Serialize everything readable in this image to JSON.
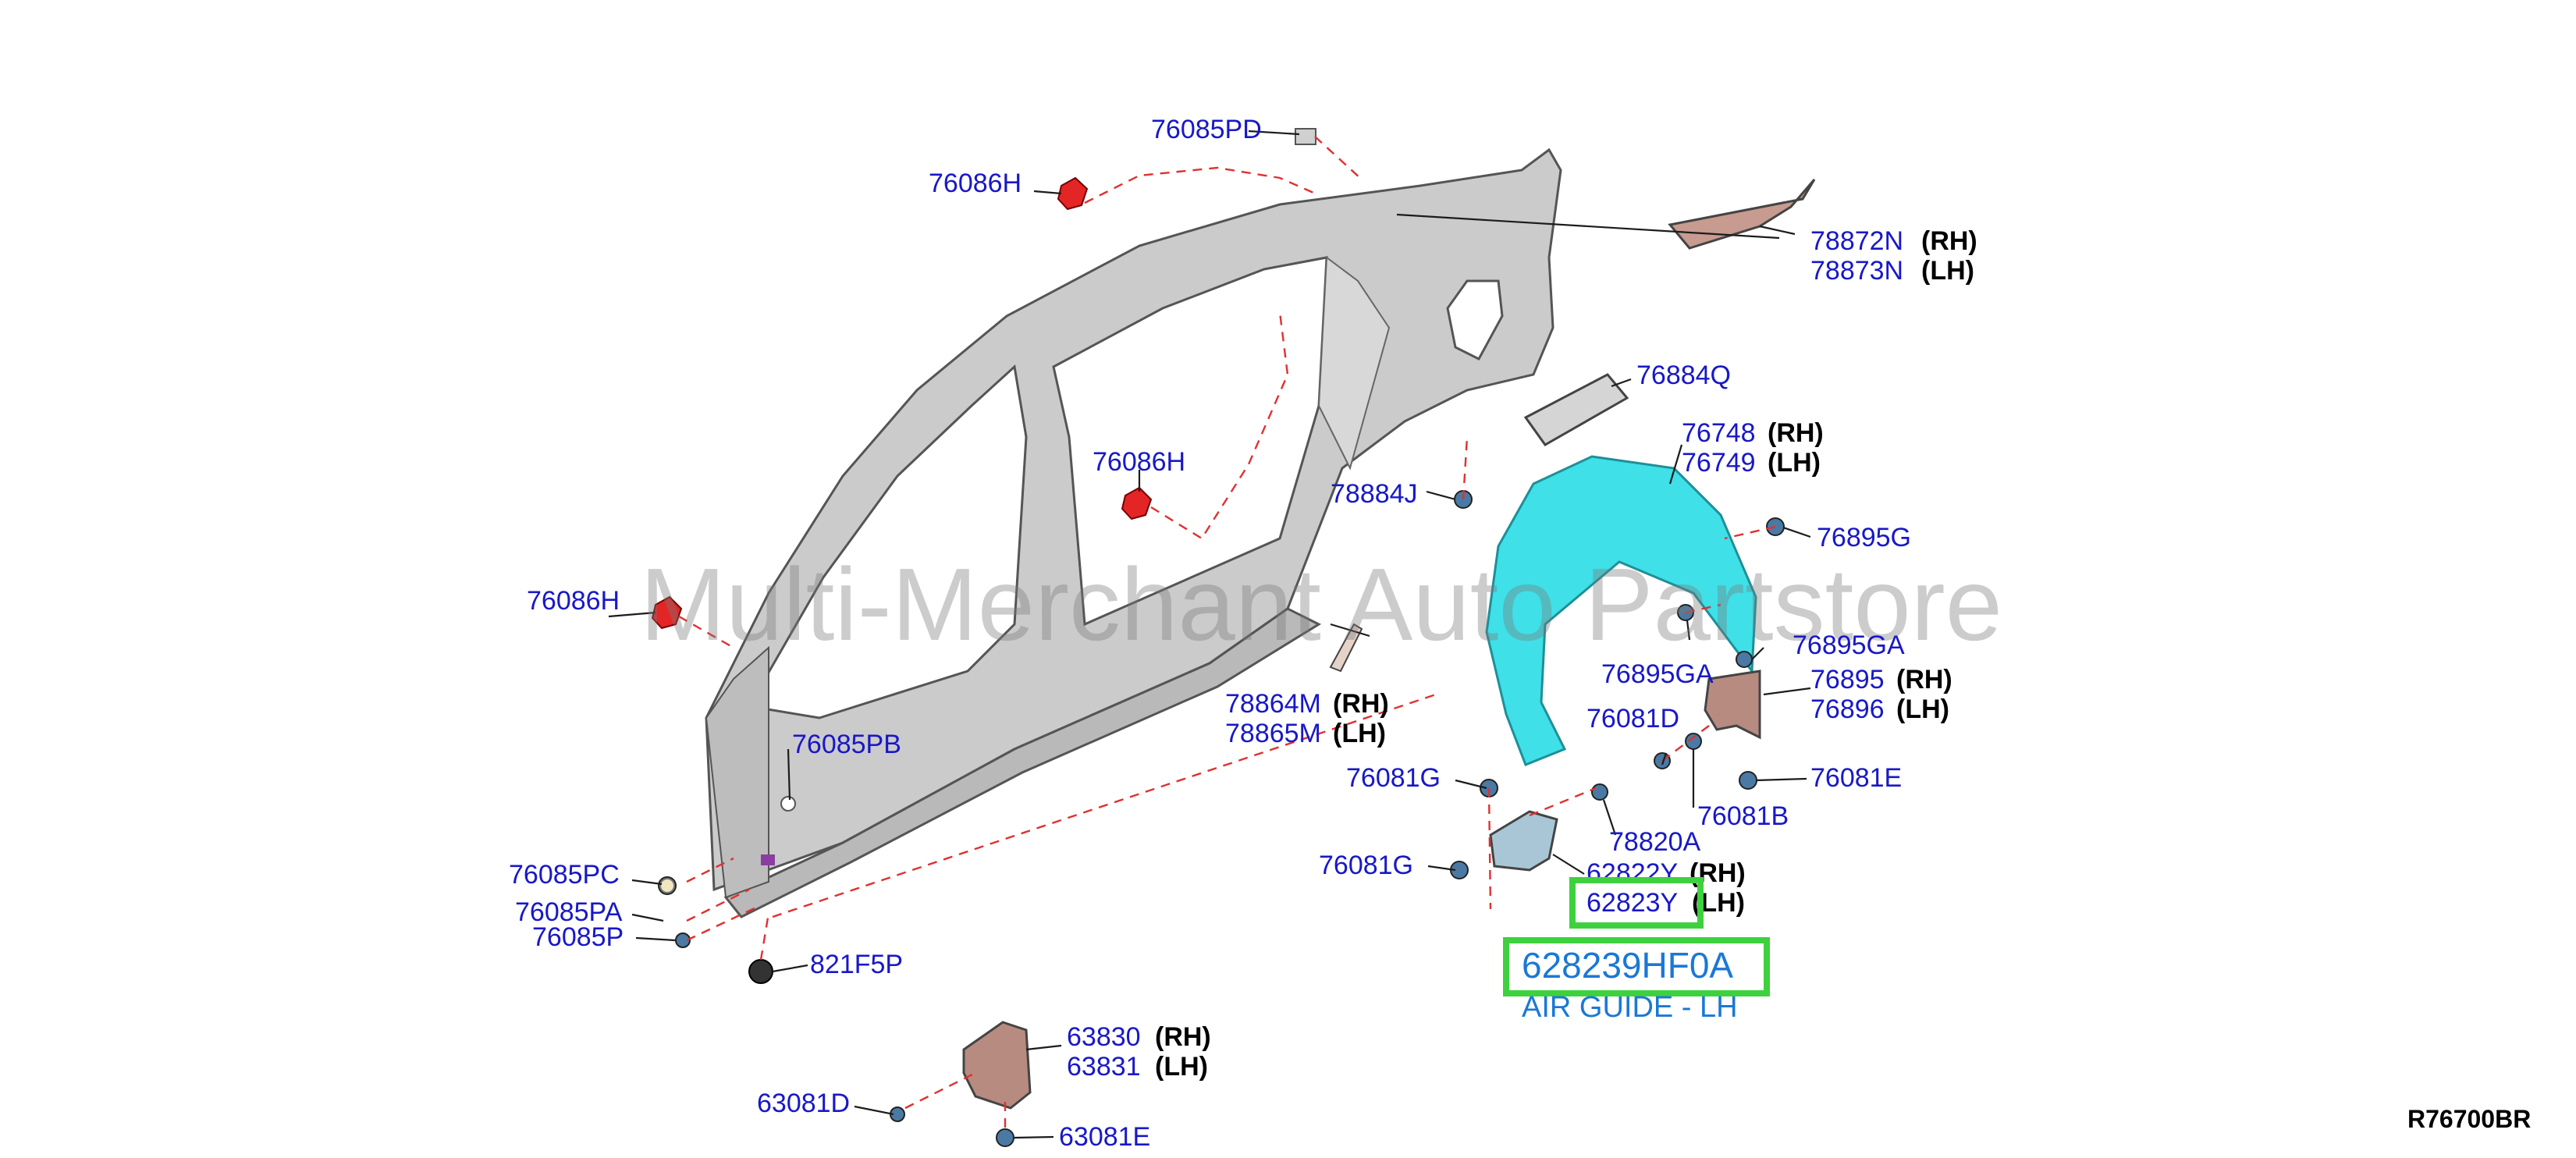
{
  "watermark": "Multi-Merchant Auto Partstore",
  "diagram_code": "R76700BR",
  "highlight": {
    "part_number": "628239HF0A",
    "description": "AIR GUIDE - LH",
    "box_color": "#3ed13e"
  },
  "callouts": [
    {
      "id": "c1",
      "label": "76085PD",
      "side": ""
    },
    {
      "id": "c2",
      "label": "76086H",
      "side": ""
    },
    {
      "id": "c3",
      "label": "78872N",
      "side": "(RH)"
    },
    {
      "id": "c4",
      "label": "78873N",
      "side": "(LH)"
    },
    {
      "id": "c5",
      "label": "76884Q",
      "side": ""
    },
    {
      "id": "c6",
      "label": "76748",
      "side": "(RH)"
    },
    {
      "id": "c7",
      "label": "76749",
      "side": "(LH)"
    },
    {
      "id": "c8",
      "label": "76086H",
      "side": ""
    },
    {
      "id": "c9",
      "label": "78884J",
      "side": ""
    },
    {
      "id": "c10",
      "label": "76895G",
      "side": ""
    },
    {
      "id": "c11",
      "label": "76086H",
      "side": ""
    },
    {
      "id": "c12",
      "label": "76895GA",
      "side": ""
    },
    {
      "id": "c13",
      "label": "76895GA",
      "side": ""
    },
    {
      "id": "c14",
      "label": "76895",
      "side": "(RH)"
    },
    {
      "id": "c15",
      "label": "76896",
      "side": "(LH)"
    },
    {
      "id": "c16",
      "label": "78864M",
      "side": "(RH)"
    },
    {
      "id": "c17",
      "label": "78865M",
      "side": "(LH)"
    },
    {
      "id": "c18",
      "label": "76081D",
      "side": ""
    },
    {
      "id": "c19",
      "label": "76085PB",
      "side": ""
    },
    {
      "id": "c20",
      "label": "76081G",
      "side": ""
    },
    {
      "id": "c21",
      "label": "76081E",
      "side": ""
    },
    {
      "id": "c22",
      "label": "76081B",
      "side": ""
    },
    {
      "id": "c23",
      "label": "78820A",
      "side": ""
    },
    {
      "id": "c24",
      "label": "76081G",
      "side": ""
    },
    {
      "id": "c25",
      "label": "62822Y",
      "side": "(RH)"
    },
    {
      "id": "c26",
      "label": "62823Y",
      "side": "(LH)"
    },
    {
      "id": "c27",
      "label": "76085PC",
      "side": ""
    },
    {
      "id": "c28",
      "label": "76085PA",
      "side": ""
    },
    {
      "id": "c29",
      "label": "76085P",
      "side": ""
    },
    {
      "id": "c30",
      "label": "821F5P",
      "side": ""
    },
    {
      "id": "c31",
      "label": "63830",
      "side": "(RH)"
    },
    {
      "id": "c32",
      "label": "63831",
      "side": "(LH)"
    },
    {
      "id": "c33",
      "label": "63081D",
      "side": ""
    },
    {
      "id": "c34",
      "label": "63081E",
      "side": ""
    }
  ],
  "colors": {
    "label_blue": "#1818c8",
    "leader_dash_red": "#e03030",
    "body_panel_gray": "#c9c9c9",
    "air_guide_cyan": "#3fe0e8",
    "mudguard_brown": "#b88b80"
  }
}
